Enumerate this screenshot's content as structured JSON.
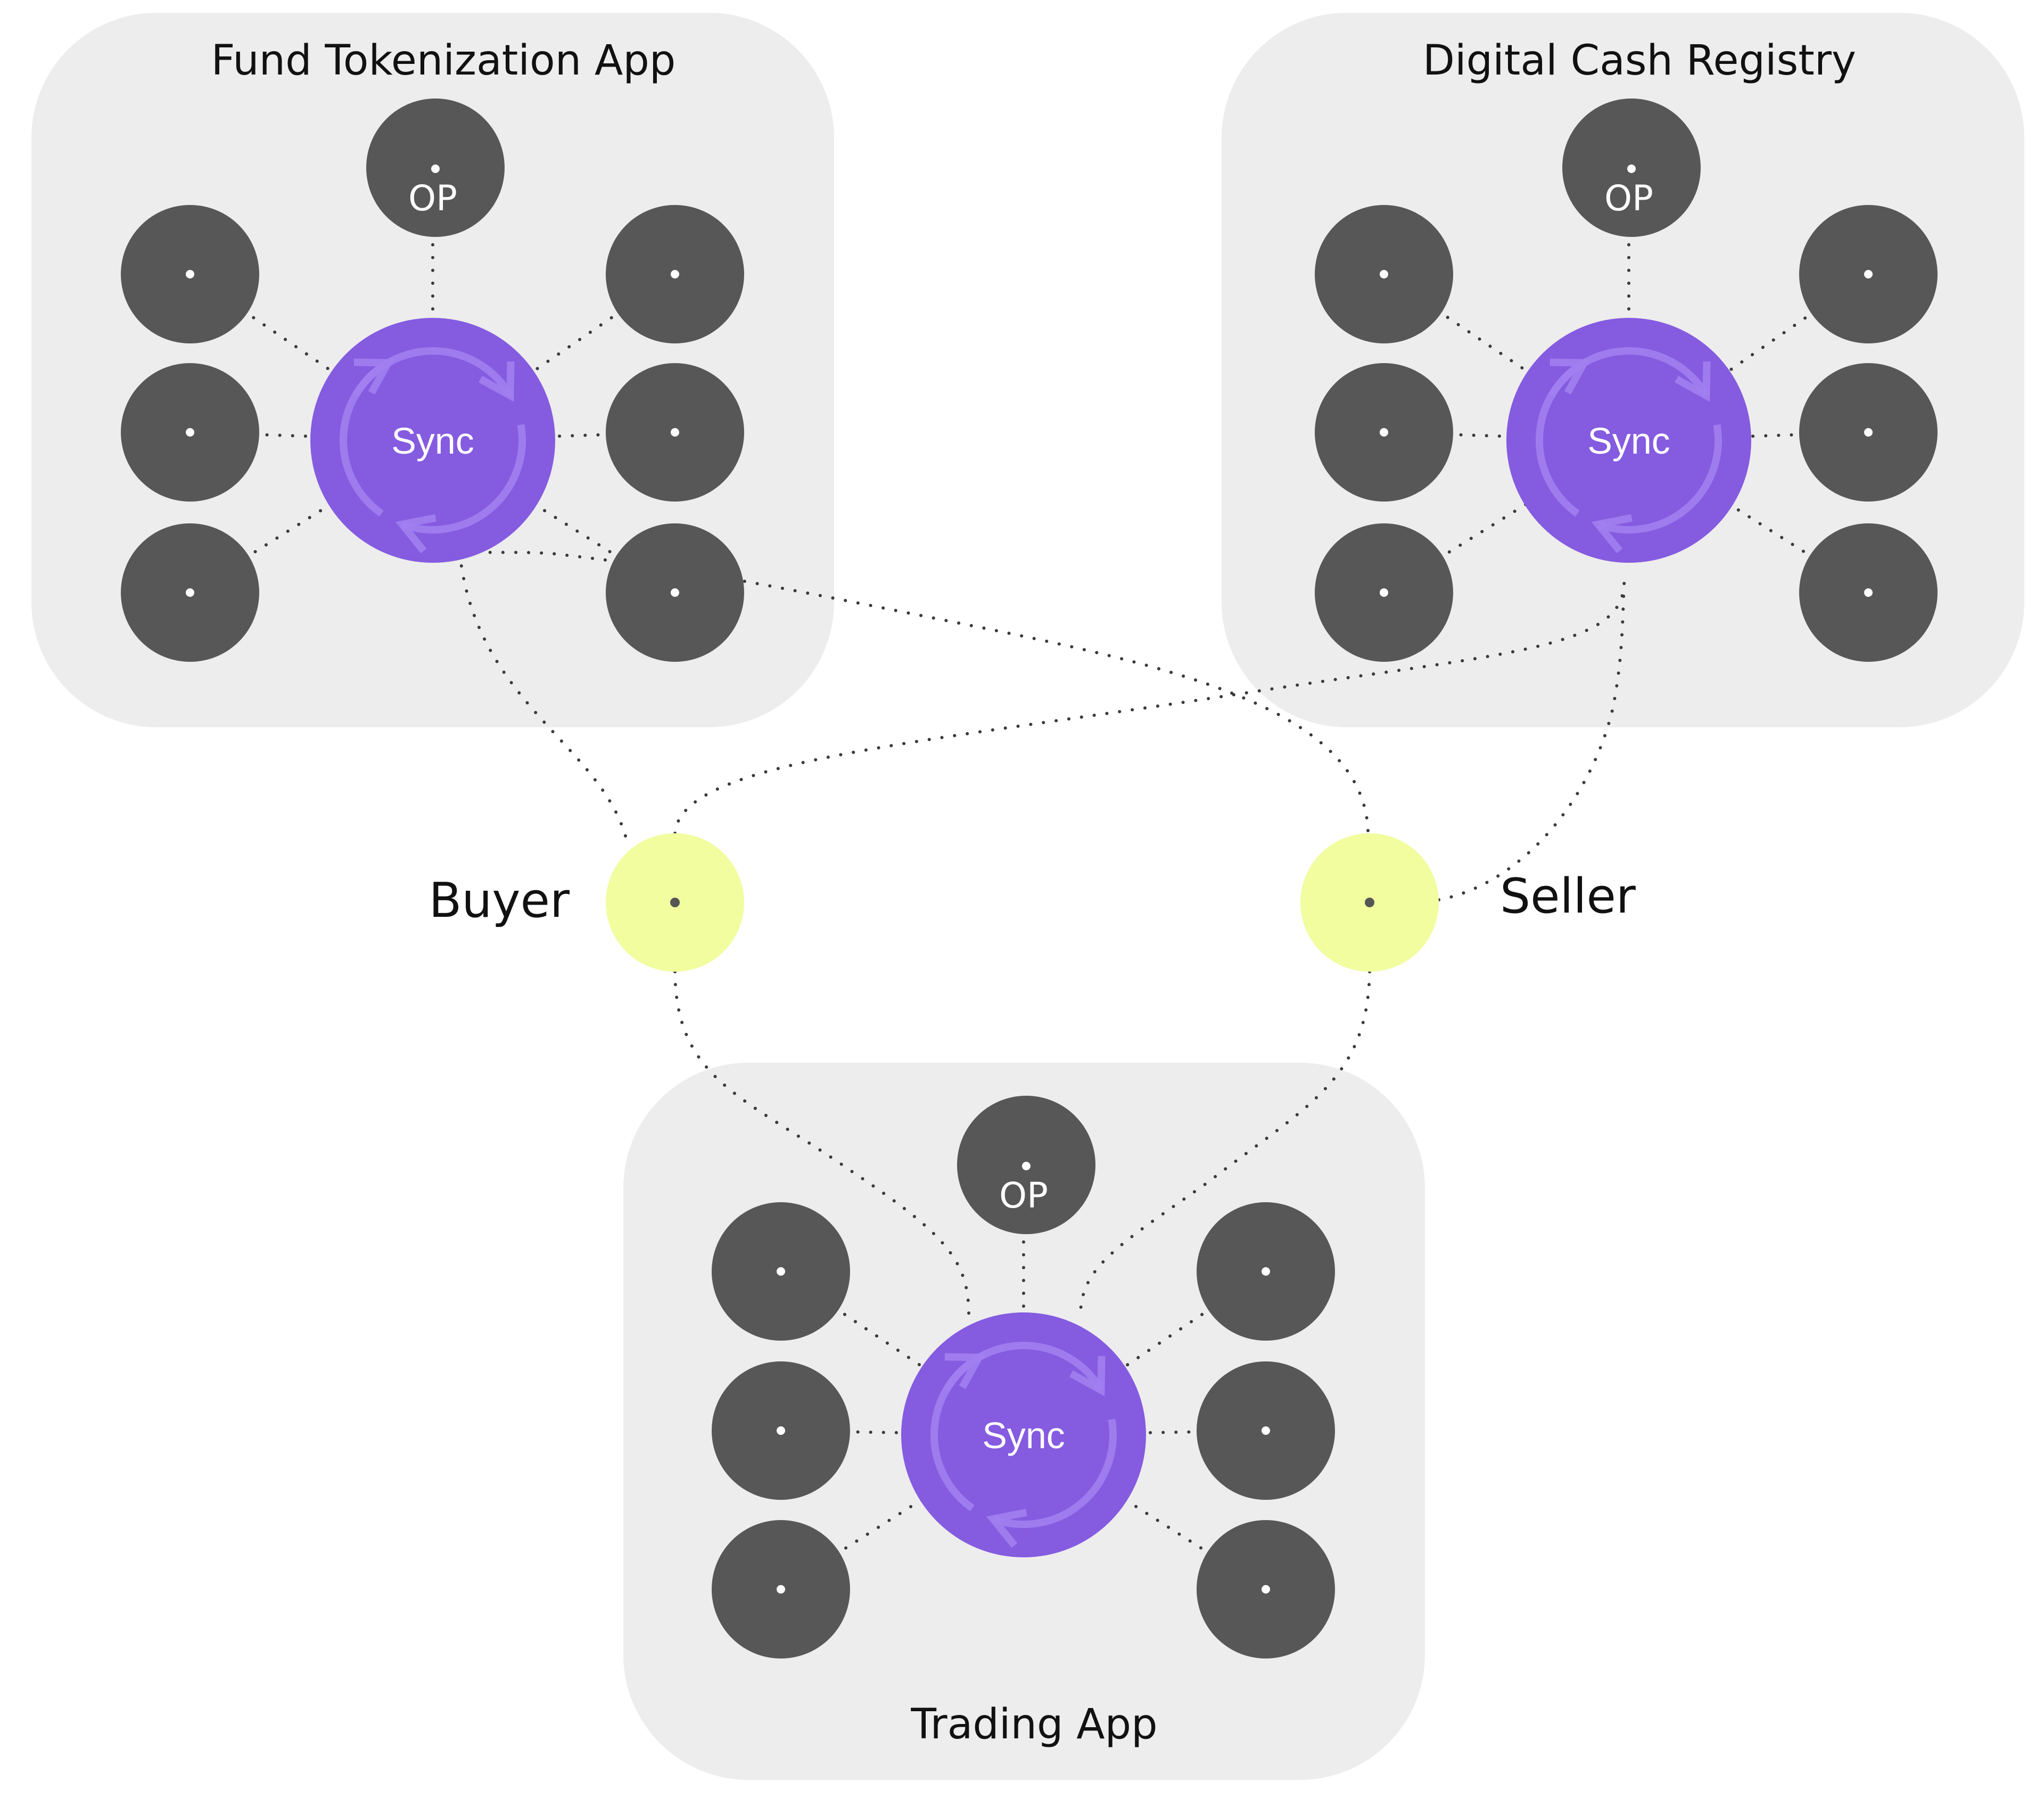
{
  "colors": {
    "background": "#ffffff",
    "panel": "#ededed",
    "node": "#575757",
    "sync": "#855be0",
    "party": "#f1fd9f",
    "link": "#3a3a3a"
  },
  "apps": [
    {
      "id": "fund-tokenization",
      "title": "Fund Tokenization App",
      "title_position": "top",
      "hub_label": "Sync",
      "operator_label": "OP",
      "participant_nodes": 6
    },
    {
      "id": "digital-cash-registry",
      "title": "Digital Cash Registry",
      "title_position": "top",
      "hub_label": "Sync",
      "operator_label": "OP",
      "participant_nodes": 6
    },
    {
      "id": "trading",
      "title": "Trading App",
      "title_position": "bottom",
      "hub_label": "Sync",
      "operator_label": "OP",
      "participant_nodes": 6
    }
  ],
  "parties": [
    {
      "id": "buyer",
      "label": "Buyer"
    },
    {
      "id": "seller",
      "label": "Seller"
    }
  ],
  "connections": [
    {
      "from": "buyer",
      "to": "fund-tokenization.sync"
    },
    {
      "from": "buyer",
      "to": "digital-cash-registry.sync"
    },
    {
      "from": "buyer",
      "to": "trading.sync"
    },
    {
      "from": "seller",
      "to": "fund-tokenization.sync"
    },
    {
      "from": "seller",
      "to": "digital-cash-registry.sync"
    },
    {
      "from": "seller",
      "to": "trading.sync"
    }
  ]
}
